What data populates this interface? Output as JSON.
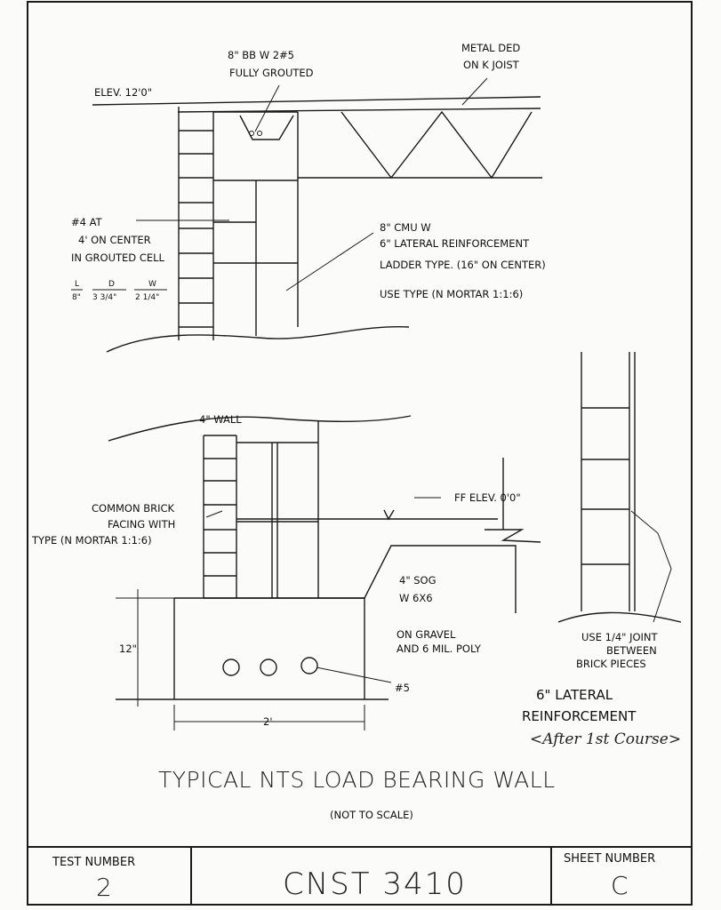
{
  "upper_detail": {
    "bond_beam": [
      "8\" BB  W 2#5",
      "FULLY GROUTED"
    ],
    "deck": [
      "METAL DED",
      "ON K JOIST"
    ],
    "elevation": "ELEV. 12'0\"",
    "rebar": [
      "#4 AT",
      "4' ON CENTER",
      "IN GROUTED CELL"
    ],
    "brick_dims": {
      "L": "L",
      "L_val": "8\"",
      "D": "D",
      "D_val": "3 3/4\"",
      "W": "W",
      "W_val": "2 1/4\""
    },
    "cmu": [
      "8\" CMU W",
      "6\" LATERAL REINFORCEMENT",
      "LADDER TYPE. (16\" ON CENTER)"
    ],
    "mortar": "USE TYPE  (N MORTAR 1:1:6)"
  },
  "lower_detail": {
    "wall": "4\" WALL",
    "brick": [
      "COMMON BRICK",
      "FACING WITH",
      "TYPE (N MORTAR 1:1:6)"
    ],
    "ff_elev": "FF ELEV. 0'0\"",
    "slab": [
      "4\" SOG",
      "W 6X6"
    ],
    "gravel": [
      "ON GRAVEL",
      "AND 6 MIL. POLY"
    ],
    "footing_height": "12\"",
    "footing_width": "2'",
    "footing_bar": "#5"
  },
  "side_detail": {
    "joint": [
      "USE 1/4\" JOINT",
      "BETWEEN",
      "BRICK PIECES"
    ],
    "reinforcement": [
      "6\" LATERAL",
      "REINFORCEMENT"
    ],
    "handwritten_note": "<After 1st Course>"
  },
  "title": "TYPICAL NTS LOAD BEARING WALL",
  "subtitle": "(NOT TO SCALE)",
  "title_block": {
    "test_label": "TEST NUMBER",
    "test_value": "2",
    "course": "CNST 3410",
    "sheet_label": "SHEET NUMBER",
    "sheet_value": "C"
  }
}
